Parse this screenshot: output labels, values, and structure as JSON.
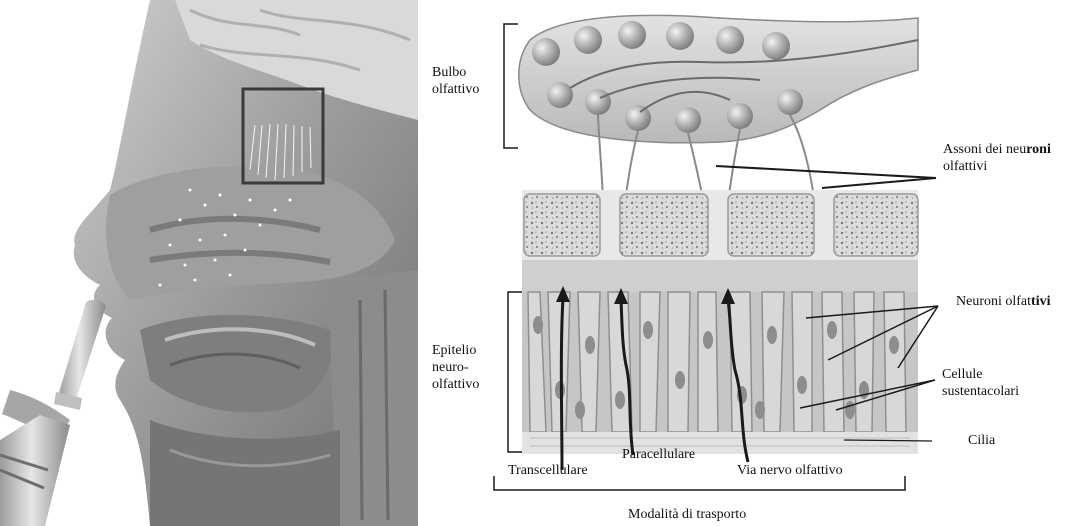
{
  "labels": {
    "bulbo": [
      "Bulbo",
      "olfattivo"
    ],
    "assoni": {
      "line1_a": "Assoni dei neu",
      "line1_b": "roni",
      "line2": "olfattivi"
    },
    "neuroni": {
      "a": "Neuroni olfat",
      "b": "tivi"
    },
    "epitelio": [
      "Epitelio",
      "neuro-",
      "olfattivo"
    ],
    "cellule": [
      "Cellule",
      "sustentacolari"
    ],
    "cilia": "Cilia",
    "transcellulare": "Transcellulare",
    "paracellulare": "Paracellulare",
    "via_nervo": "Via nervo olfattivo",
    "modalita": "Modalità di trasporto"
  },
  "colors": {
    "tissue_dark": "#6e6e6e",
    "tissue_mid": "#a9a9a9",
    "tissue_light": "#d6d6d6",
    "line": "#1a1a1a"
  }
}
